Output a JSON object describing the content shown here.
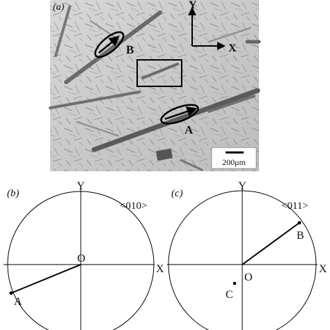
{
  "panel_a": {
    "label": "(a)",
    "axis_y": "Y",
    "axis_x": "X",
    "marker_a": "A",
    "marker_b": "B",
    "scale_bar": "200μm"
  },
  "panel_b": {
    "label": "(b)",
    "axis_y": "Y",
    "axis_x": "X",
    "direction": "<010>",
    "origin": "O",
    "point": "A"
  },
  "panel_c": {
    "label": "(c)",
    "axis_y": "Y",
    "axis_x": "X",
    "direction": "<011>",
    "origin": "O",
    "point_b": "B",
    "point_c": "C"
  }
}
